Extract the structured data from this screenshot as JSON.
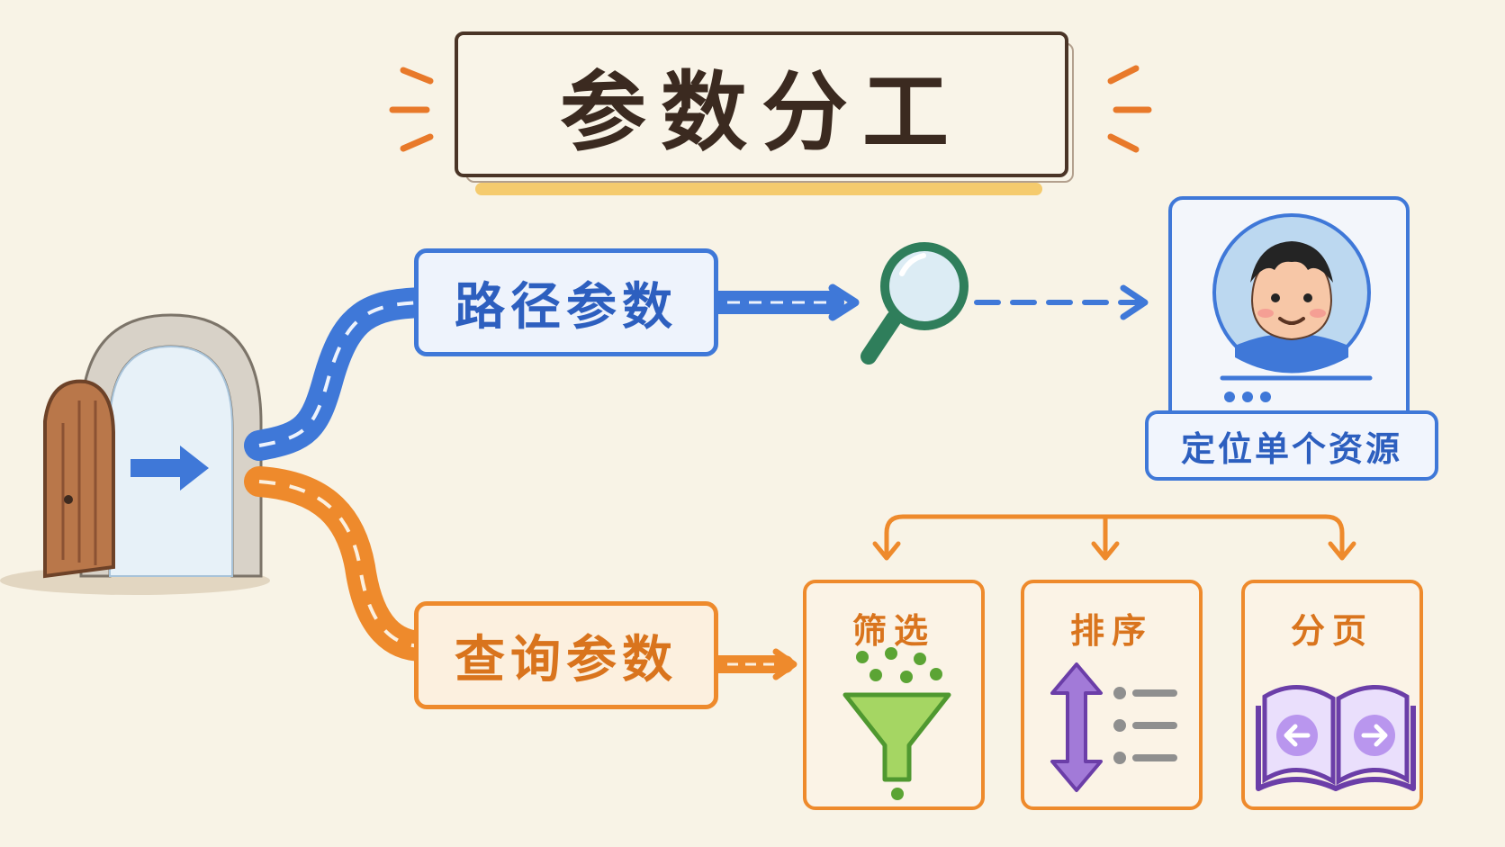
{
  "title": "参数分工",
  "path_parameters": {
    "label": "路径参数",
    "result_label": "定位单个资源"
  },
  "query_parameters": {
    "label": "查询参数",
    "options": [
      {
        "label": "筛选",
        "icon": "funnel-icon"
      },
      {
        "label": "排序",
        "icon": "sort-icon"
      },
      {
        "label": "分页",
        "icon": "book-icon"
      }
    ]
  },
  "colors": {
    "path_blue": "#3f78d8",
    "query_orange": "#ee8a2c",
    "title_brown": "#3b2a20",
    "background": "#f8f3e6"
  }
}
